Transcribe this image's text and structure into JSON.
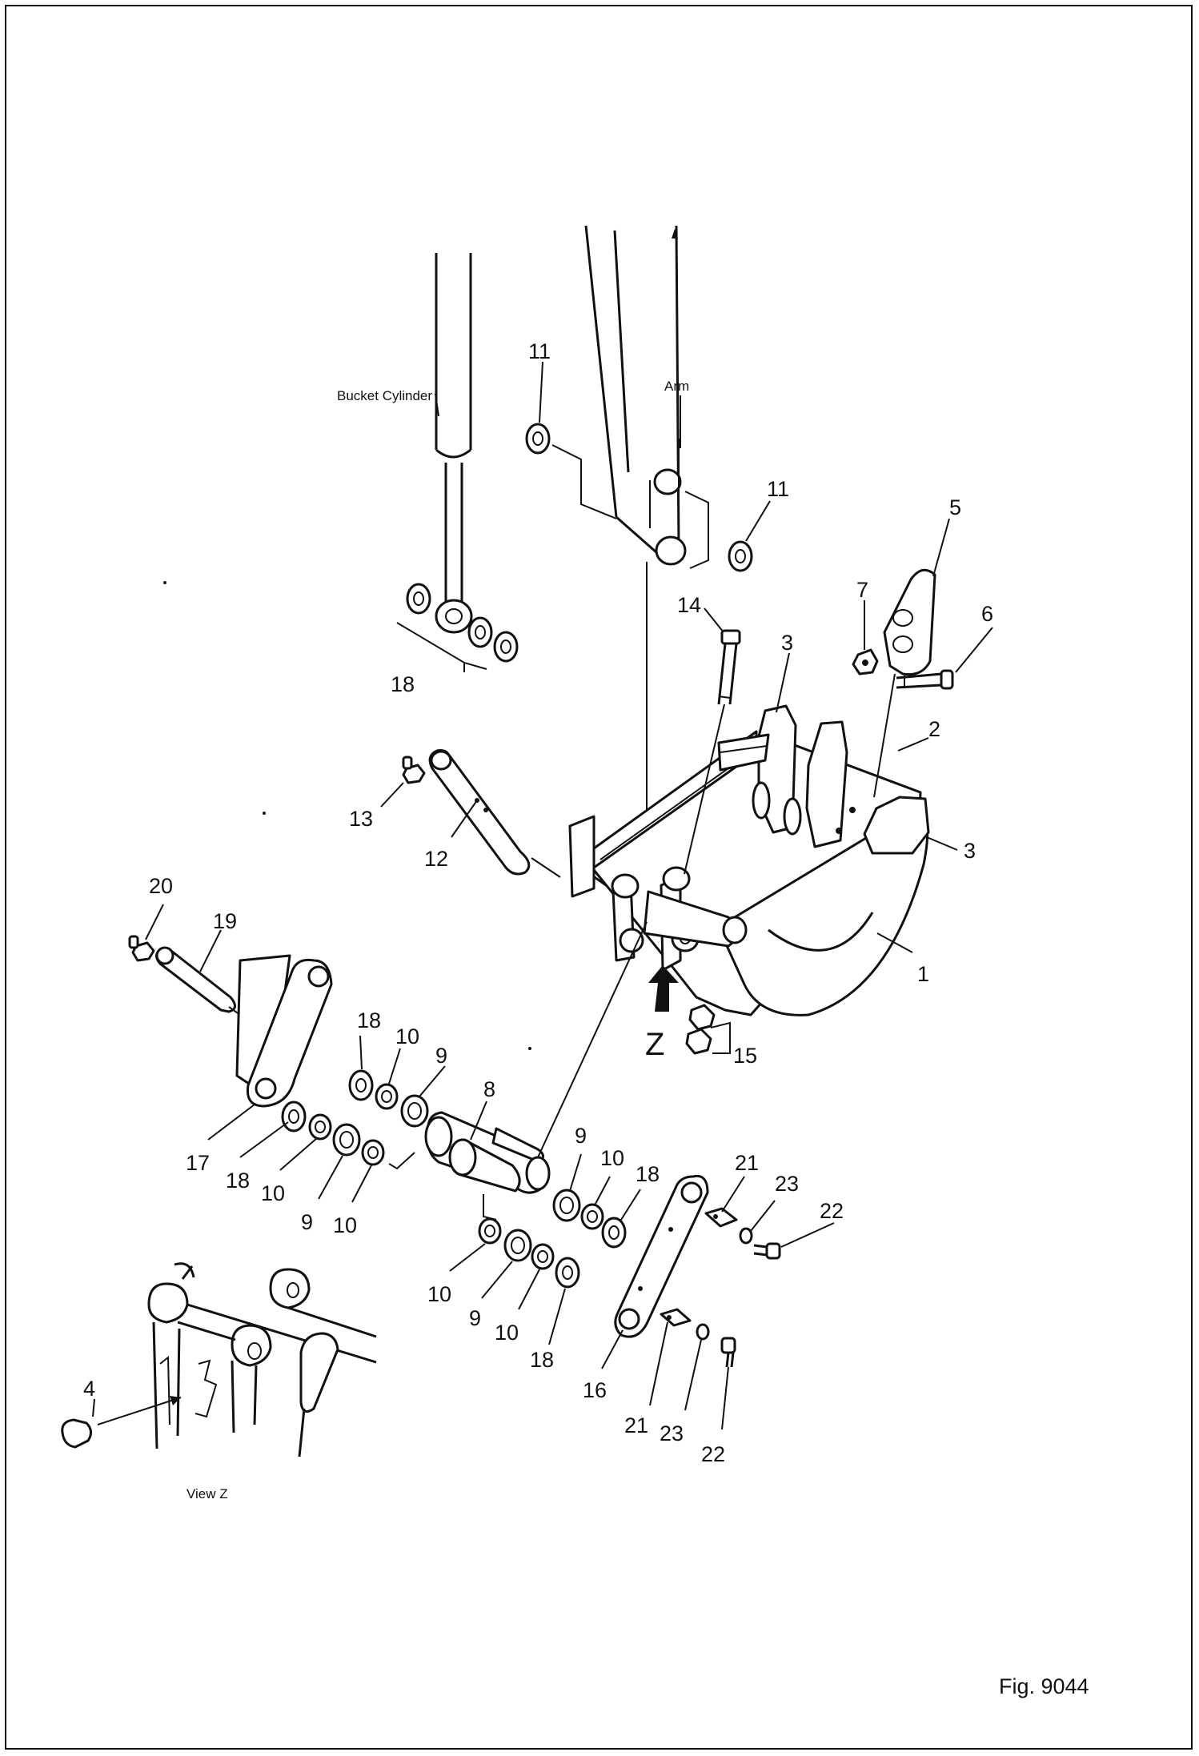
{
  "figure": "Fig. 9044",
  "labels": {
    "bucket_cylinder": "Bucket Cylinder",
    "arm": "Arm",
    "view_z_caption": "View Z",
    "z_arrow": "Z"
  },
  "callouts": {
    "c1": "1",
    "c2": "2",
    "c3a": "3",
    "c3b": "3",
    "c4": "4",
    "c5": "5",
    "c6": "6",
    "c7": "7",
    "c8": "8",
    "c9a": "9",
    "c9b": "9",
    "c9c": "9",
    "c9d": "9",
    "c10a": "10",
    "c10b": "10",
    "c10c": "10",
    "c10d": "10",
    "c10e": "10",
    "c10f": "10",
    "c11a": "11",
    "c11b": "11",
    "c12": "12",
    "c13": "13",
    "c14": "14",
    "c15": "15",
    "c16": "16",
    "c17": "17",
    "c18a": "18",
    "c18b": "18",
    "c18c": "18",
    "c18d": "18",
    "c18e": "18",
    "c19": "19",
    "c20": "20",
    "c21a": "21",
    "c21b": "21",
    "c22a": "22",
    "c22b": "22",
    "c23a": "23",
    "c23b": "23"
  }
}
